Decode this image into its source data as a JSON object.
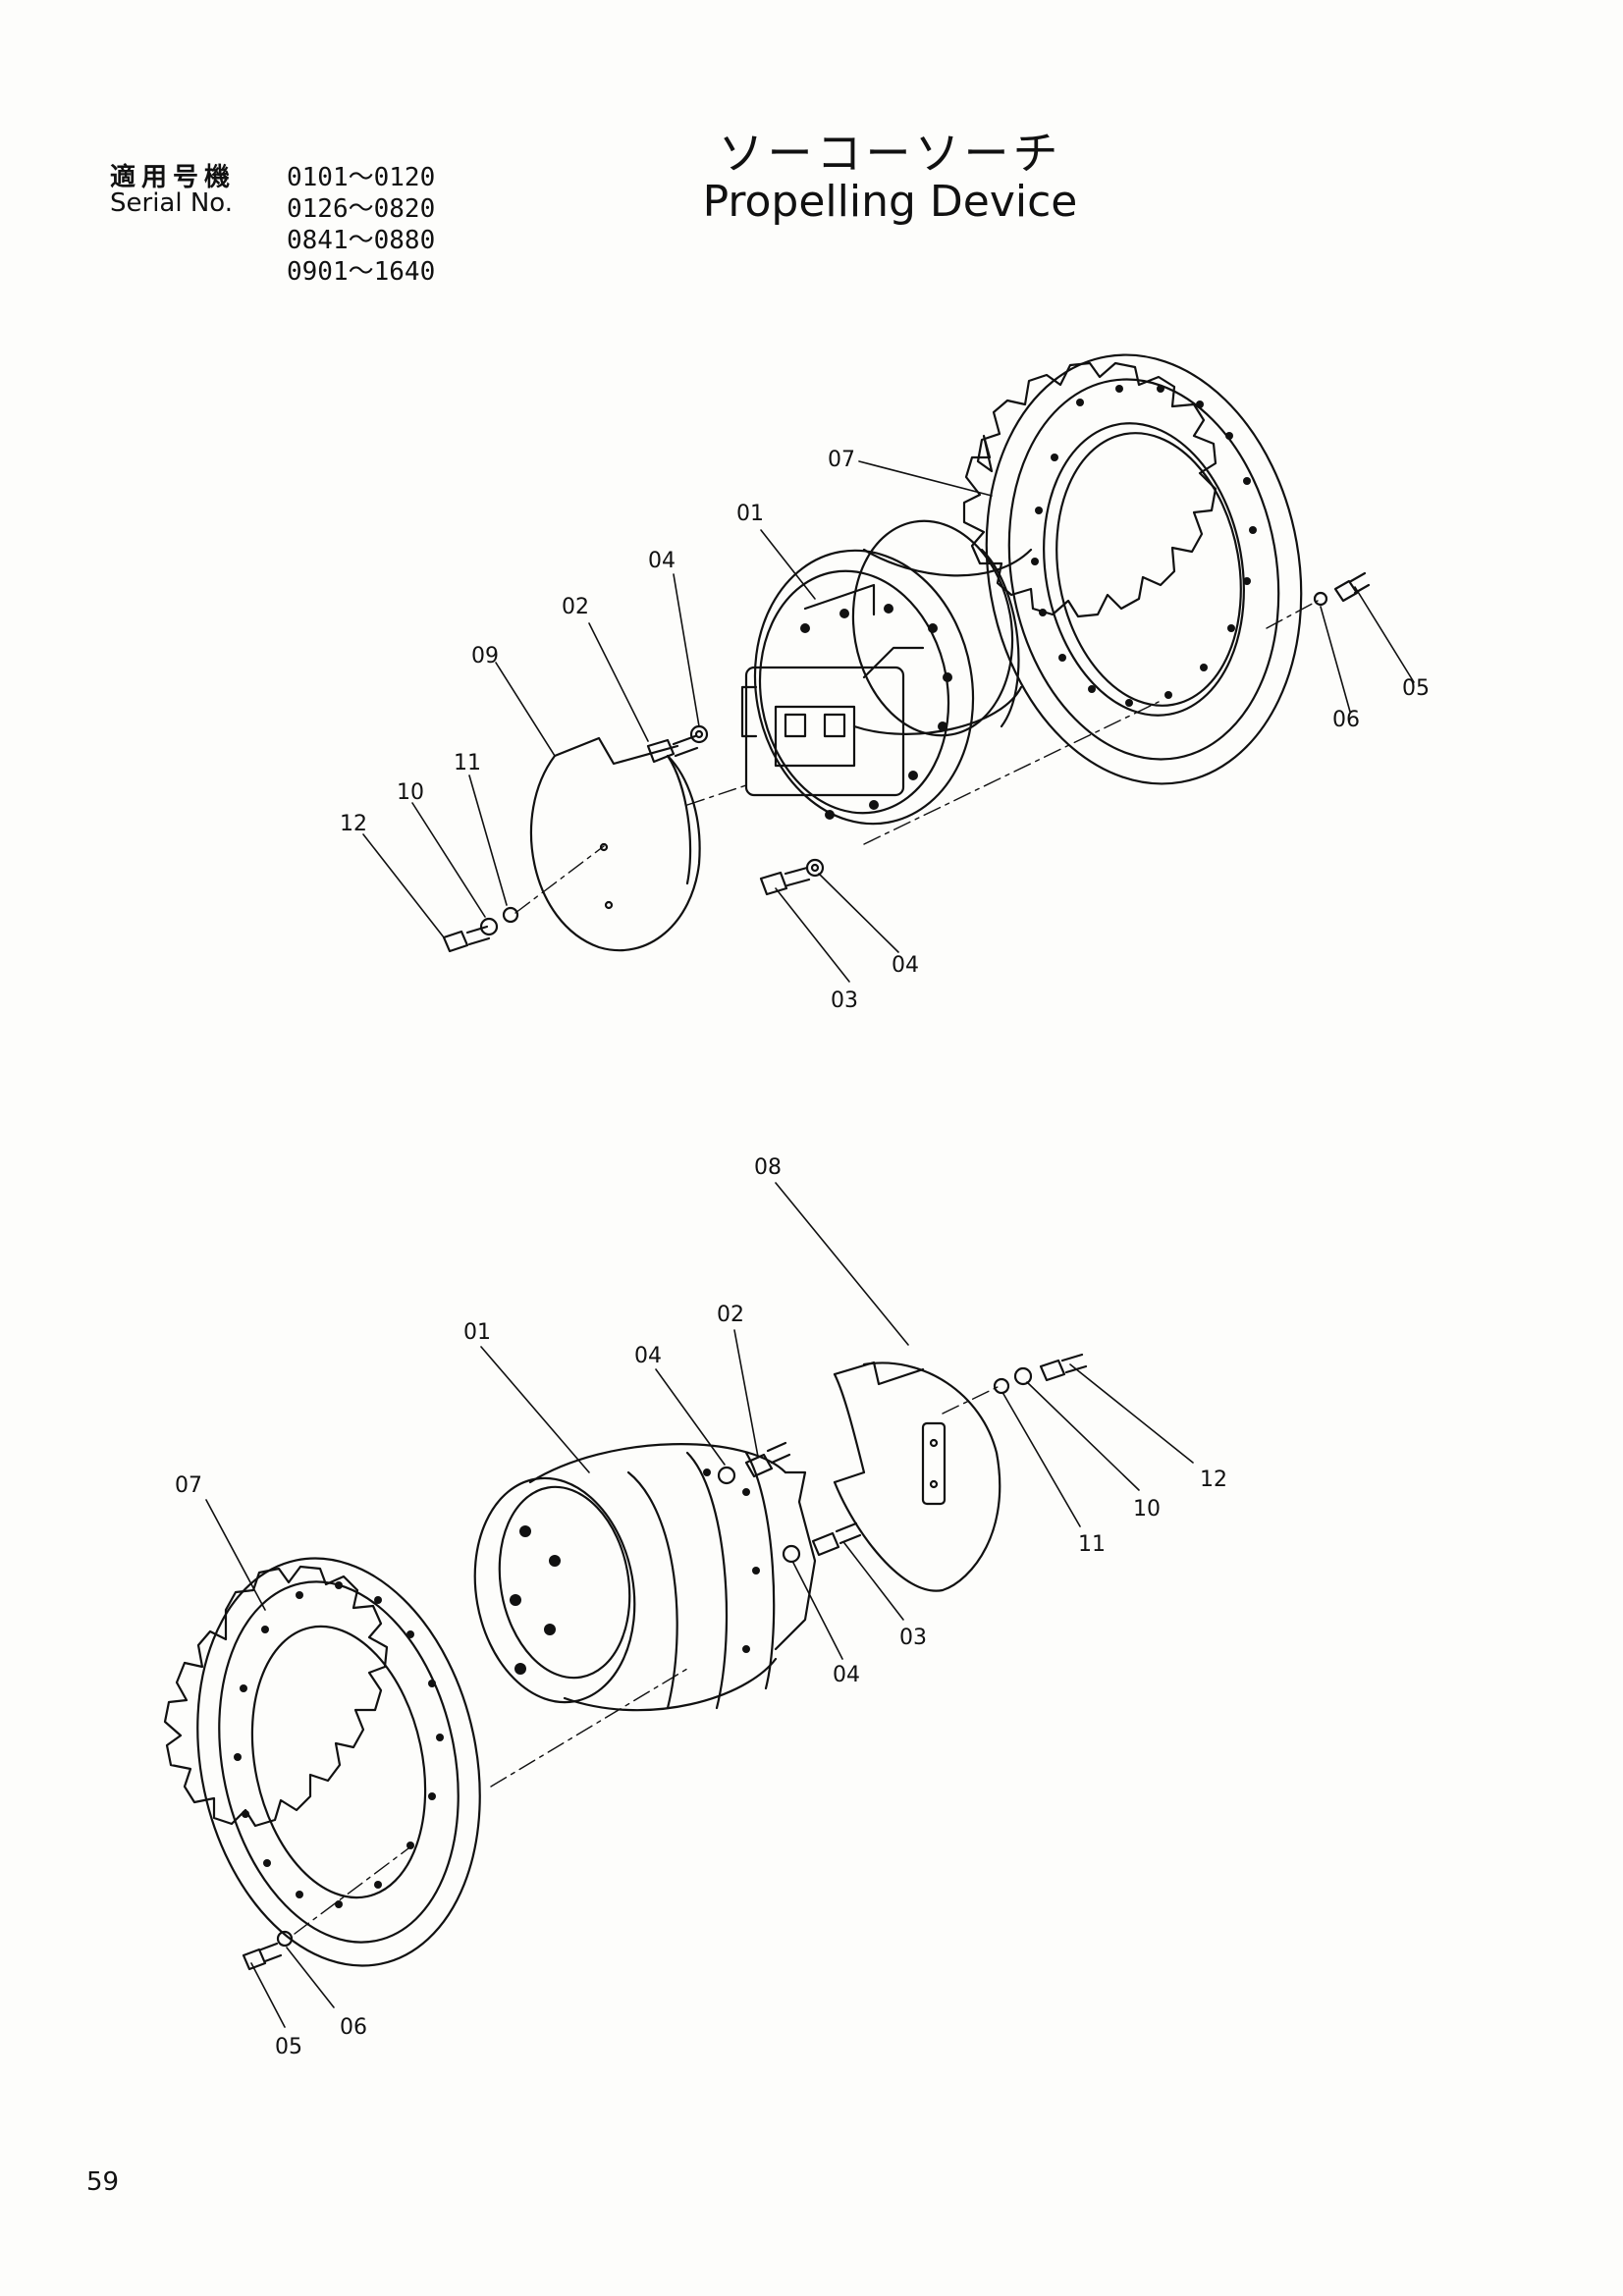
{
  "header": {
    "applicable_label": "適用号機",
    "serial_label": "Serial No.",
    "serial_ranges": [
      "0101～0120",
      "0126～0820",
      "0841～0880",
      "0901～1640"
    ]
  },
  "title": {
    "japanese": "ソーコーソーチ",
    "english": "Propelling Device"
  },
  "page_number": "59",
  "upper_callouts": [
    {
      "label": "07"
    },
    {
      "label": "01"
    },
    {
      "label": "04"
    },
    {
      "label": "02"
    },
    {
      "label": "09"
    },
    {
      "label": "11"
    },
    {
      "label": "10"
    },
    {
      "label": "12"
    },
    {
      "label": "05"
    },
    {
      "label": "06"
    },
    {
      "label": "04"
    },
    {
      "label": "03"
    }
  ],
  "lower_callouts": [
    {
      "label": "08"
    },
    {
      "label": "02"
    },
    {
      "label": "01"
    },
    {
      "label": "04"
    },
    {
      "label": "07"
    },
    {
      "label": "12"
    },
    {
      "label": "10"
    },
    {
      "label": "11"
    },
    {
      "label": "03"
    },
    {
      "label": "04"
    },
    {
      "label": "06"
    },
    {
      "label": "05"
    }
  ],
  "colors": {
    "ink": "#111111",
    "paper": "#fdfdfb"
  }
}
